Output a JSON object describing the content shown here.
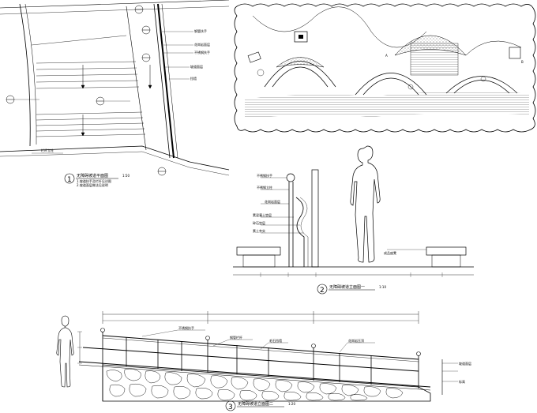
{
  "views": [
    {
      "number": "1",
      "title": "无障碍坡道平面图",
      "scale": "1:50",
      "notes": [
        "1.坡道扶手及栏杆见详图",
        "2.坡道面层做法见说明"
      ],
      "tags": [
        "钢管扶手",
        "花岗岩面层",
        "不锈钢扶手",
        "坡道面层",
        "挡墙",
        "栏杆立柱"
      ]
    },
    {
      "number": "2",
      "title": "无障碍坡道立面图一",
      "scale": "1:10",
      "tags": [
        "不锈钢扶手",
        "不锈钢立柱",
        "花岗岩面层",
        "素混凝土垫层",
        "碎石垫层",
        "素土夯实",
        "成品座凳"
      ]
    },
    {
      "number": "3",
      "title": "无障碍坡道立面图二",
      "scale": "1:20",
      "tags": [
        "不锈钢扶手",
        "钢管栏杆",
        "毛石挡墙",
        "花岗岩压顶",
        "坡道面层",
        "标高"
      ]
    }
  ],
  "key_plan": {
    "callouts": [
      "A",
      "B"
    ]
  }
}
